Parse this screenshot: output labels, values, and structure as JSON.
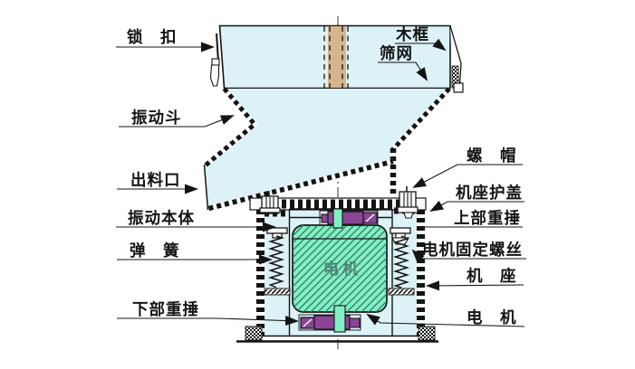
{
  "diagram": {
    "labels": {
      "lock": "锁　扣",
      "wood_frame": "木框",
      "sieve_mesh": "筛网",
      "vibration_hopper": "振动斗",
      "discharge_outlet": "出料口",
      "vibration_body": "振动本体",
      "spring": "弹　簧",
      "lower_weight": "下部重捶",
      "nut": "螺　帽",
      "base_cover": "机座护盖",
      "upper_weight": "上部重捶",
      "motor_fixing_screw": "电机固定螺丝",
      "machine_base": "机　座",
      "motor": "电　机",
      "motor_body": "电机"
    },
    "colors": {
      "panel_cyan": "#dcf2f6",
      "motor_green": "#82eec5",
      "weight_purple": "#8a4596",
      "wood_tan": "#d6b48e",
      "ink": "#141414"
    }
  }
}
